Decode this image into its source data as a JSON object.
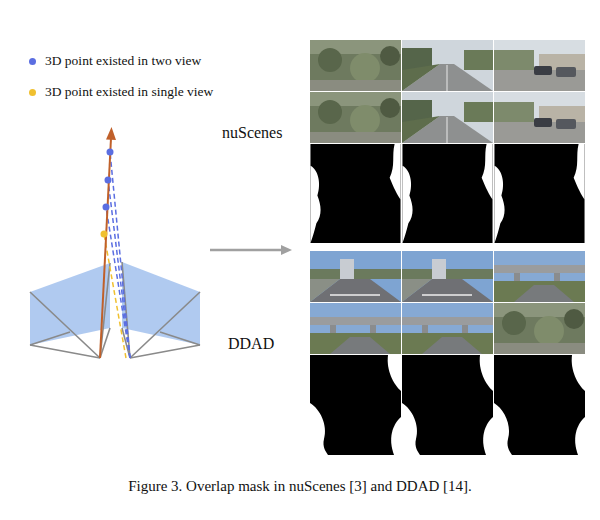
{
  "diagram": {
    "caption": "Figure 3. Overlap mask in nuScenes [3] and DDAD [14].",
    "labels": [
      "nuScenes",
      "DDAD"
    ],
    "legend": [
      {
        "text": "3D point existed in two view",
        "color": "#5b6ee1"
      },
      {
        "text": "3D point existed in single view",
        "color": "#f0c030"
      }
    ]
  }
}
